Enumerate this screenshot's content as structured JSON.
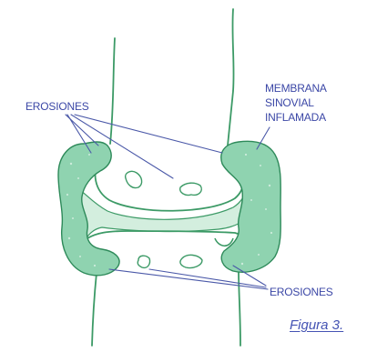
{
  "labels": {
    "erosiones_top": "EROSIONES",
    "membrana_line1": "MEMBRANA",
    "membrana_line2": "SINOVIAL",
    "membrana_line3": "INFLAMADA",
    "erosiones_bottom": "EROSIONES"
  },
  "caption": "Figura 3.",
  "colors": {
    "tissue_fill": "#8fd3b0",
    "tissue_stroke": "#2e8a5a",
    "bone_outline": "#3c9a66",
    "cartilage_fill": "#d3eede",
    "leader_line": "#4a58a8",
    "text": "#3b47a6",
    "background": "#ffffff"
  }
}
